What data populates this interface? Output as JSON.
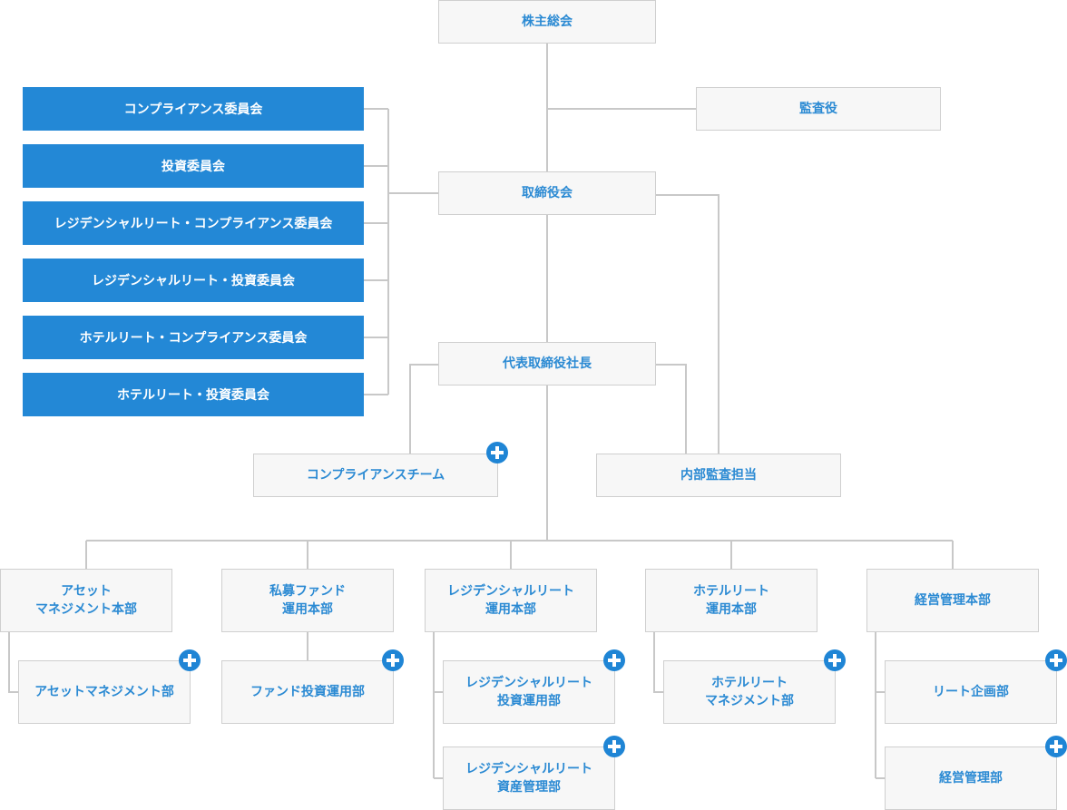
{
  "shareholders": "株主総会",
  "auditor": "監査役",
  "board": "取締役会",
  "president": "代表取締役社長",
  "compliance_team": "コンプライアンスチーム",
  "internal_audit": "内部監査担当",
  "committees": [
    "コンプライアンス委員会",
    "投資委員会",
    "レジデンシャルリート・コンプライアンス委員会",
    "レジデンシャルリート・投資委員会",
    "ホテルリート・コンプライアンス委員会",
    "ホテルリート・投資委員会"
  ],
  "divisions": {
    "asset_mgmt": {
      "line1": "アセット",
      "line2": "マネジメント本部"
    },
    "private_fund": {
      "line1": "私募ファンド",
      "line2": "運用本部"
    },
    "residential": {
      "line1": "レジデンシャルリート",
      "line2": "運用本部"
    },
    "hotel": {
      "line1": "ホテルリート",
      "line2": "運用本部"
    },
    "corporate": {
      "line1": "経営管理本部"
    }
  },
  "departments": {
    "asset_mgmt_dept": {
      "line1": "アセットマネジメント部"
    },
    "fund_invest": {
      "line1": "ファンド投資運用部"
    },
    "res_invest": {
      "line1": "レジデンシャルリート",
      "line2": "投資運用部"
    },
    "res_asset": {
      "line1": "レジデンシャルリート",
      "line2": "資産管理部"
    },
    "hotel_mgmt": {
      "line1": "ホテルリート",
      "line2": "マネジメント部"
    },
    "reit_planning": {
      "line1": "リート企画部"
    },
    "corp_mgmt": {
      "line1": "経営管理部"
    }
  }
}
